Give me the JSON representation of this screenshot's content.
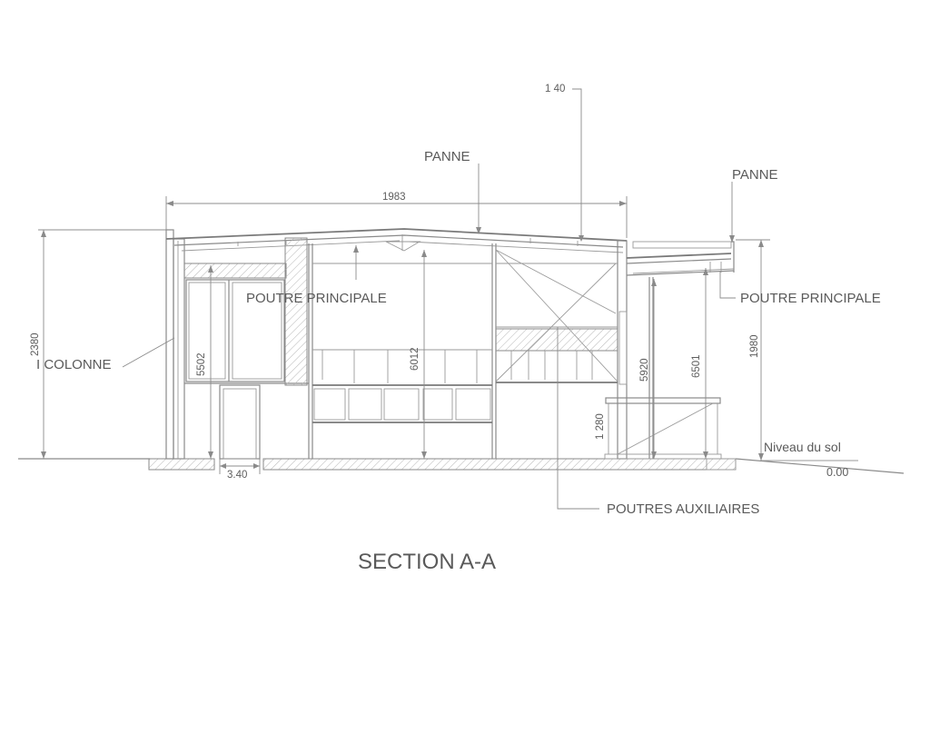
{
  "drawing": {
    "title": "SECTION A-A",
    "labels": {
      "panne_center": "PANNE",
      "panne_right": "PANNE",
      "poutre_principale_left": "POUTRE PRINCIPALE",
      "poutre_principale_right": "POUTRE PRINCIPALE",
      "colonne": "I COLONNE",
      "poutres_auxiliaires": "POUTRES AUXILIAIRES",
      "niveau_du_sol": "Niveau du sol"
    },
    "dimensions": {
      "overall_width": "1983",
      "top_offset": "1 40",
      "left_total_height": "2380",
      "left_room_height": "5502",
      "center_height": "6012",
      "right_interior_height": "5920",
      "canopy_height": "6501",
      "right_total_height": "1980",
      "railing_height": "1 280",
      "door_width": "3.40",
      "ground_level": "0.00"
    }
  }
}
